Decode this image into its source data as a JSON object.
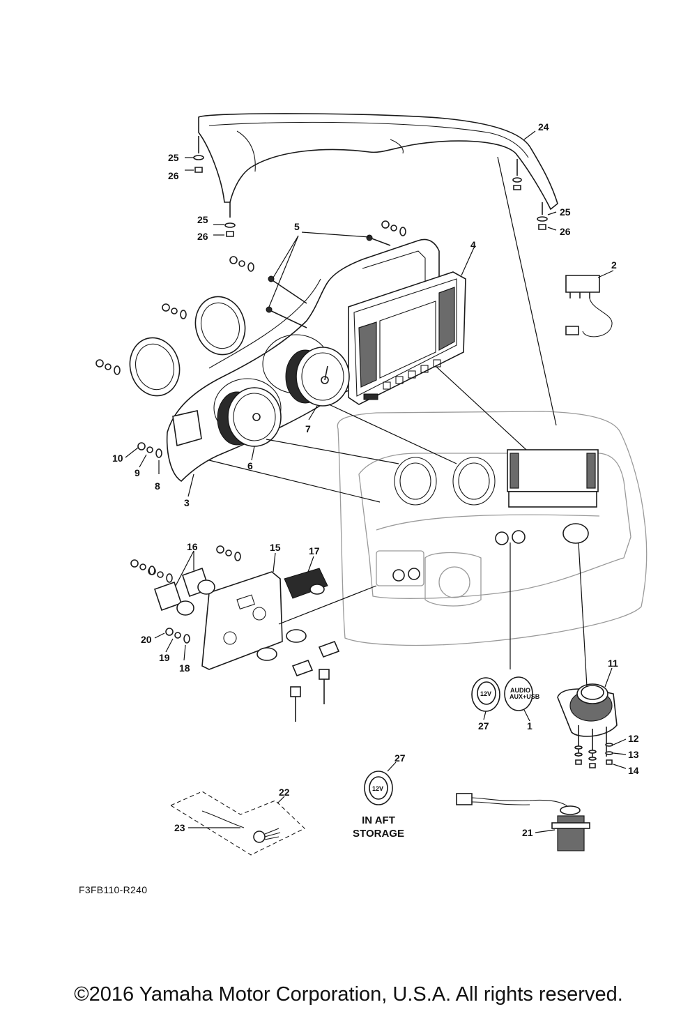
{
  "diagram": {
    "callouts": {
      "c1": "1",
      "c2": "2",
      "c3": "3",
      "c4": "4",
      "c5": "5",
      "c6": "6",
      "c7": "7",
      "c8": "8",
      "c9": "9",
      "c10": "10",
      "c11": "11",
      "c12": "12",
      "c13": "13",
      "c14": "14",
      "c15": "15",
      "c16": "16",
      "c17": "17",
      "c18": "18",
      "c19": "19",
      "c20": "20",
      "c21": "21",
      "c22": "22",
      "c23": "23",
      "c24": "24",
      "c25a": "25",
      "c25b": "25",
      "c25c": "25",
      "c26a": "26",
      "c26b": "26",
      "c26c": "26",
      "c27a": "27",
      "c27b": "27"
    },
    "socket_labels": {
      "twelve_v": "12V",
      "audio_line1": "AUDIO",
      "audio_line2": "AUX+USB"
    },
    "aft_storage_line1": "IN AFT",
    "aft_storage_line2": "STORAGE",
    "reference_code": "F3FB110-R240"
  },
  "footer": {
    "copyright": "©2016 Yamaha Motor Corporation, U.S.A. All rights reserved."
  }
}
